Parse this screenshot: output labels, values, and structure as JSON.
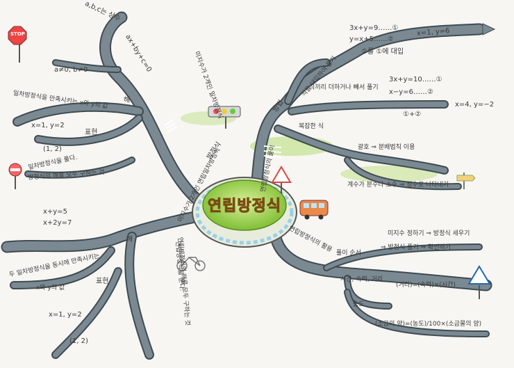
{
  "hub": {
    "title": "연립방정식"
  },
  "branches": {
    "equation": {
      "label": "방정식",
      "sub1": {
        "label": "미지수가 2개인 일차방정식",
        "form": "ax+by+c=0",
        "var_label": "a,b,c는 상수",
        "cond": "a≠0, b≠0",
        "sol_label": "일차방정식을 만족시키는 x와 y의 값",
        "sol_tag": "해",
        "sol_eq": "x=1, y=2",
        "sol_tag2": "표현",
        "sol_pair": "(1, 2)",
        "solve": "일차방정식을 풀다.",
        "find_all": "방정식의 해를 모두 구하는 것"
      },
      "sub2": {
        "label": "미지수가 2개인 연립일차방정식",
        "sys1": "x+y=5",
        "sys2": "x+2y=7",
        "sol_tag": "해",
        "sol_label": "두 일차방정식을 동시에 만족시키는",
        "sol_label2": "x와 y의 값",
        "sol_tag2": "표현",
        "sol_eq": "x=1, y=2",
        "sol_pair": "(1, 2)",
        "solve": "연립방정식을 푼다.",
        "find_all": "연립방정식의 해를 모두 구하는 것"
      }
    },
    "solve": {
      "label": "연립방정식의 풀이",
      "method": "방법",
      "subst": {
        "label": "식을 대입하여 풀기",
        "eq1": "3x+y=9……①",
        "eq2": "y=x+5……②",
        "step": "②를 ①에 대입",
        "result": "x=1, y=6"
      },
      "elim": {
        "label": "식끼리 더하거나 빼서 풀기",
        "eq1": "3x+y=10……①",
        "eq2": "x−y=6……②",
        "step": "①+②",
        "result": "x=4, y=−2"
      },
      "complex": {
        "label": "복잡한 식",
        "item1": "괄호 ⇒ 분배법칙 이용",
        "item2": "계수가 분수나 소수 ⇒ 정수로 나타내기"
      }
    },
    "apply": {
      "label": "연립방정식의 활용",
      "order": "풀이 순서",
      "step1": "미지수 정하기 ⇒ 방정식 세우기",
      "step2": "⇒ 방정식 풀기 ⇒ 확인하기",
      "speed": "시간, 속력, 거리",
      "speed_f": "(거리)=(속력)×(시간)",
      "conc": "농도",
      "conc_f": "(소금의 양)=(농도)/100×(소금물의 양)"
    }
  },
  "signs": {
    "stop": "STOP"
  },
  "colors": {
    "road": "#6f7f88",
    "road_edge": "#3f4b52",
    "grass": "#8cc63f",
    "title": "#f0a020"
  }
}
